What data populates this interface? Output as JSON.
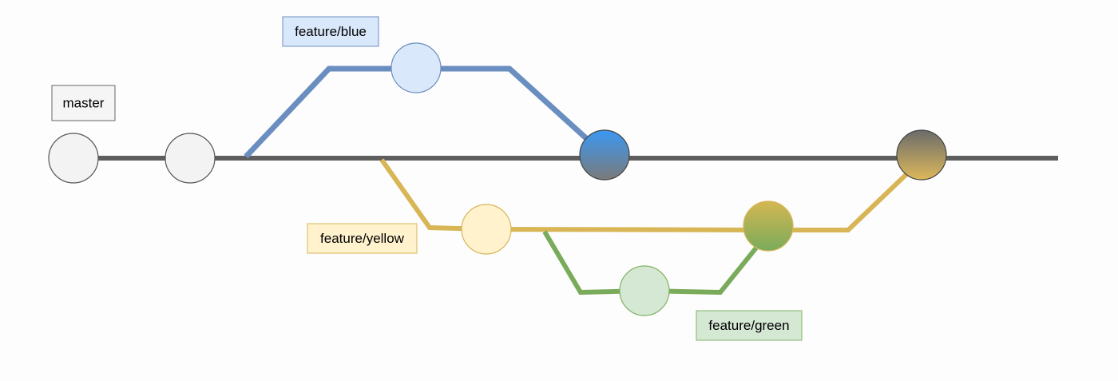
{
  "labels": {
    "master": "master",
    "feature_blue": "feature/blue",
    "feature_yellow": "feature/yellow",
    "feature_green": "feature/green"
  },
  "colors": {
    "master_line": "#5e5e5e",
    "blue_line": "#6a8ebf",
    "yellow_line": "#d8b555",
    "green_line": "#7aab5b",
    "master_commit_fill": "#f3f3f3",
    "master_commit_stroke": "#555555",
    "blue_commit_fill": "#dae8fc",
    "blue_commit_stroke": "#6c8ebf",
    "yellow_commit_fill": "#fff2cc",
    "yellow_commit_stroke": "#d6b656",
    "green_commit_fill": "#d5e8d4",
    "green_commit_stroke": "#82b366",
    "master_label_fill": "#f5f5f5",
    "master_label_stroke": "#666666",
    "blue_label_fill": "#dae8fc",
    "blue_label_stroke": "#6c8ebf",
    "yellow_label_fill": "#fff2cc",
    "yellow_label_stroke": "#d6b656",
    "green_label_fill": "#d5e8d4",
    "green_label_stroke": "#82b366"
  },
  "branches": [
    {
      "name": "master",
      "commits": 4
    },
    {
      "name": "feature/blue",
      "commits": 1,
      "merged_into": "master"
    },
    {
      "name": "feature/yellow",
      "commits": 2,
      "merged_into": "master"
    },
    {
      "name": "feature/green",
      "commits": 1,
      "merged_into": "feature/yellow"
    }
  ]
}
